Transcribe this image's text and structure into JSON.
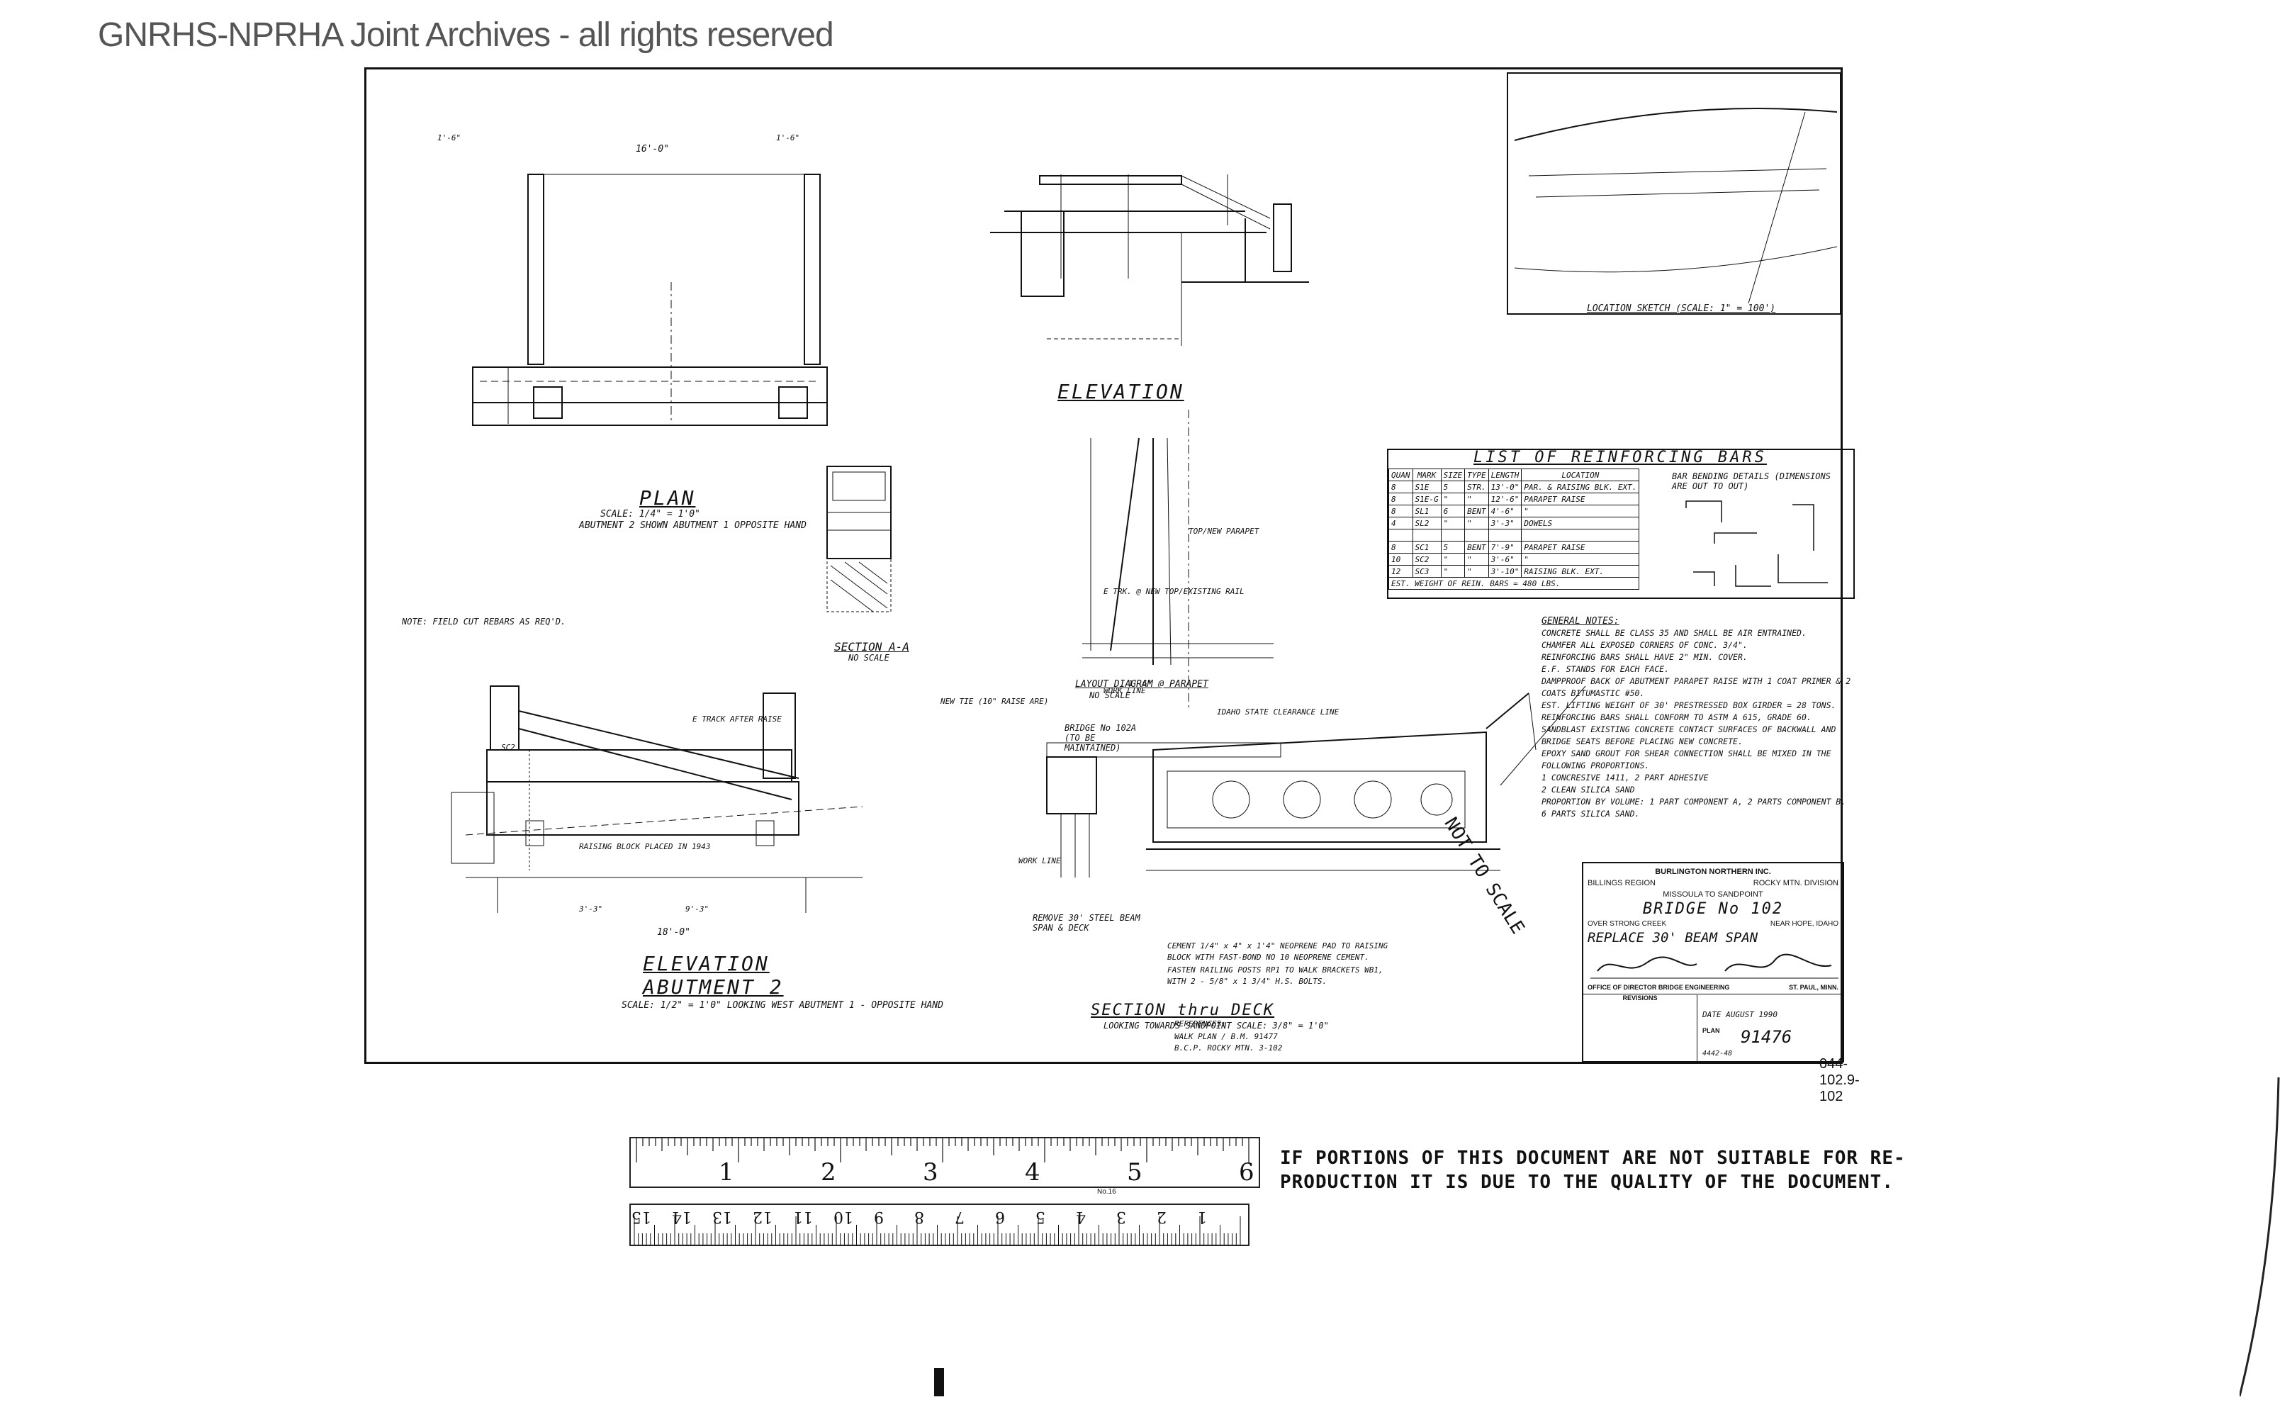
{
  "watermark": "GNRHS-NPRHA Joint Archives - all rights reserved",
  "document_number": "044-102.9-102",
  "drawing": {
    "plan_title": "PLAN",
    "plan_scale": "SCALE: 1/4\" = 1'0\"",
    "plan_note": "ABUTMENT 2 SHOWN  ABUTMENT 1 OPPOSITE HAND",
    "elevation_title": "ELEVATION",
    "elev_abut_title": "ELEVATION",
    "abutment_title": "ABUTMENT 2",
    "abutment_scale": "SCALE: 1/2\" = 1'0\" LOOKING WEST  ABUTMENT 1 - OPPOSITE HAND",
    "section_aa": "SECTION A-A",
    "section_aa_scale": "NO SCALE",
    "section_deck": "SECTION  thru  DECK",
    "section_deck_sub": "LOOKING TOWARDS SANDPOINT  SCALE: 3/8\" = 1'0\"",
    "location_sketch": "LOCATION  SKETCH (SCALE: 1\" = 100')",
    "not_to_scale": "NOT TO SCALE",
    "field_cut_note": "NOTE: FIELD CUT REBARS AS REQ'D.",
    "layout_diagram": "LAYOUT  DIAGRAM @ PARAPET",
    "layout_diagram_scale": "NO SCALE",
    "bridge_102a": "BRIDGE No 102A (TO BE MAINTAINED)",
    "remove_note": "REMOVE 30' STEEL BEAM SPAN & DECK",
    "dim_16": "16'-0\"",
    "dim_18": "18'-0\""
  },
  "rebar_table": {
    "title": "LIST  OF  REINFORCING  BARS",
    "headers": [
      "QUAN",
      "MARK",
      "SIZE",
      "TYPE",
      "LENGTH",
      "LOCATION"
    ],
    "bending_header": "BAR BENDING DETAILS (DIMENSIONS ARE OUT TO OUT)",
    "rows": [
      [
        "8",
        "S1E",
        "5",
        "STR.",
        "13'-0\"",
        "PAR. & RAISING BLK. EXT."
      ],
      [
        "8",
        "S1E-G",
        "\"",
        "\"",
        "12'-6\"",
        "PARAPET RAISE"
      ],
      [
        "8",
        "SL1",
        "6",
        "BENT",
        "4'-6\"",
        "\""
      ],
      [
        "4",
        "SL2",
        "\"",
        "\"",
        "3'-3\"",
        "DOWELS"
      ],
      [
        "",
        "",
        "",
        "",
        "",
        ""
      ],
      [
        "8",
        "SC1",
        "5",
        "BENT",
        "7'-9\"",
        "PARAPET RAISE"
      ],
      [
        "10",
        "SC2",
        "\"",
        "\"",
        "3'-6\"",
        "\""
      ],
      [
        "12",
        "SC3",
        "\"",
        "\"",
        "3'-10\"",
        "RAISING BLK. EXT."
      ]
    ],
    "footer": "EST. WEIGHT OF REIN. BARS = 480 LBS."
  },
  "general_notes": {
    "heading": "GENERAL  NOTES:",
    "items": [
      "CONCRETE SHALL BE CLASS 35 AND SHALL BE AIR ENTRAINED.",
      "CHAMFER ALL EXPOSED CORNERS OF CONC. 3/4\".",
      "REINFORCING BARS SHALL HAVE 2\" MIN. COVER.",
      "E.F. STANDS FOR EACH FACE.",
      "DAMPPROOF BACK OF ABUTMENT PARAPET RAISE WITH 1 COAT PRIMER & 2 COATS BITUMASTIC #50.",
      "EST. LIFTING WEIGHT OF 30' PRESTRESSED BOX GIRDER = 28 TONS.",
      "REINFORCING BARS SHALL CONFORM TO ASTM A 615, GRADE 60.",
      "SANDBLAST EXISTING CONCRETE CONTACT SURFACES OF BACKWALL AND BRIDGE SEATS BEFORE PLACING NEW CONCRETE.",
      "EPOXY SAND GROUT FOR SHEAR CONNECTION SHALL BE MIXED IN THE FOLLOWING PROPORTIONS.",
      "1 CONCRESIVE 1411, 2 PART ADHESIVE",
      "2 CLEAN SILICA SAND",
      "PROPORTION BY VOLUME: 1 PART COMPONENT A, 2 PARTS COMPONENT B, 6 PARTS SILICA SAND."
    ]
  },
  "title_block": {
    "company": "BURLINGTON NORTHERN INC.",
    "region": "BILLINGS REGION",
    "division": "ROCKY MTN. DIVISION",
    "line": "MISSOULA TO SANDPOINT",
    "bridge": "BRIDGE  No 102",
    "over": "OVER STRONG CREEK",
    "near": "NEAR HOPE, IDAHO",
    "job": "REPLACE 30' BEAM SPAN",
    "office": "OFFICE OF DIRECTOR BRIDGE ENGINEERING",
    "city": "ST. PAUL, MINN.",
    "revisions": "REVISIONS",
    "date": "DATE  AUGUST  1990",
    "plan_label": "PLAN",
    "plan_no": "91476",
    "file_no": "4442-48"
  },
  "ruler": {
    "inches": [
      "1",
      "2",
      "3",
      "4",
      "5",
      "6"
    ],
    "cm": [
      "1",
      "2",
      "3",
      "4",
      "5",
      "6",
      "7",
      "8",
      "9",
      "10",
      "11",
      "12",
      "13",
      "14",
      "15"
    ],
    "brand": "No.16"
  },
  "disclaimer": {
    "line1": "IF PORTIONS OF THIS DOCUMENT ARE NOT SUITABLE FOR RE-",
    "line2": "PRODUCTION IT IS DUE TO THE QUALITY OF THE DOCUMENT."
  }
}
